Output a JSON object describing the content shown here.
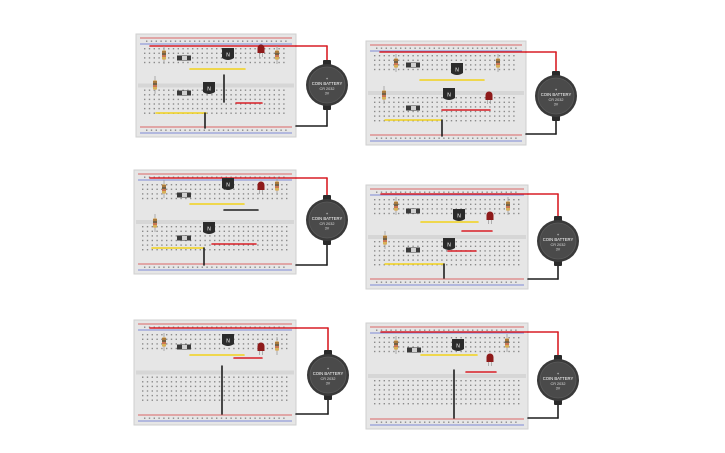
{
  "colors": {
    "background": "#ffffff",
    "breadboard": "#e6e6e6",
    "rail_red": "#d53a3a",
    "rail_blue": "#5a6ad0",
    "wire_red": "#d81f26",
    "wire_yellow": "#f2d21a",
    "wire_black": "#1f1f1f",
    "transistor": "#2b2b2b",
    "led": "#8e1a1a",
    "battery": "#3a3a3a",
    "resistor": "#d7b47a"
  },
  "battery": {
    "line1": "COIN BATTERY",
    "line2": "CR 2032",
    "line3": "3V"
  },
  "transistor_mark": "N",
  "circuits": [
    {
      "id": "circuit-1",
      "components": [
        "breadboard",
        "coin-battery",
        "2 transistors",
        "led",
        "3 resistors",
        "2 slide switches"
      ]
    },
    {
      "id": "circuit-2",
      "components": [
        "breadboard",
        "coin-battery",
        "2 transistors",
        "led",
        "3 resistors",
        "2 slide switches"
      ]
    },
    {
      "id": "circuit-3",
      "components": [
        "breadboard",
        "coin-battery",
        "2 transistors",
        "led",
        "3 resistors",
        "2 slide switches"
      ]
    },
    {
      "id": "circuit-4",
      "components": [
        "breadboard",
        "coin-battery",
        "2 transistors",
        "led",
        "3 resistors",
        "2 slide switches"
      ]
    },
    {
      "id": "circuit-5",
      "components": [
        "breadboard",
        "coin-battery",
        "1 transistor",
        "led",
        "2 resistors",
        "1 slide switch"
      ]
    },
    {
      "id": "circuit-6",
      "components": [
        "breadboard",
        "coin-battery",
        "1 transistor",
        "led",
        "2 resistors",
        "1 slide switch"
      ]
    }
  ]
}
